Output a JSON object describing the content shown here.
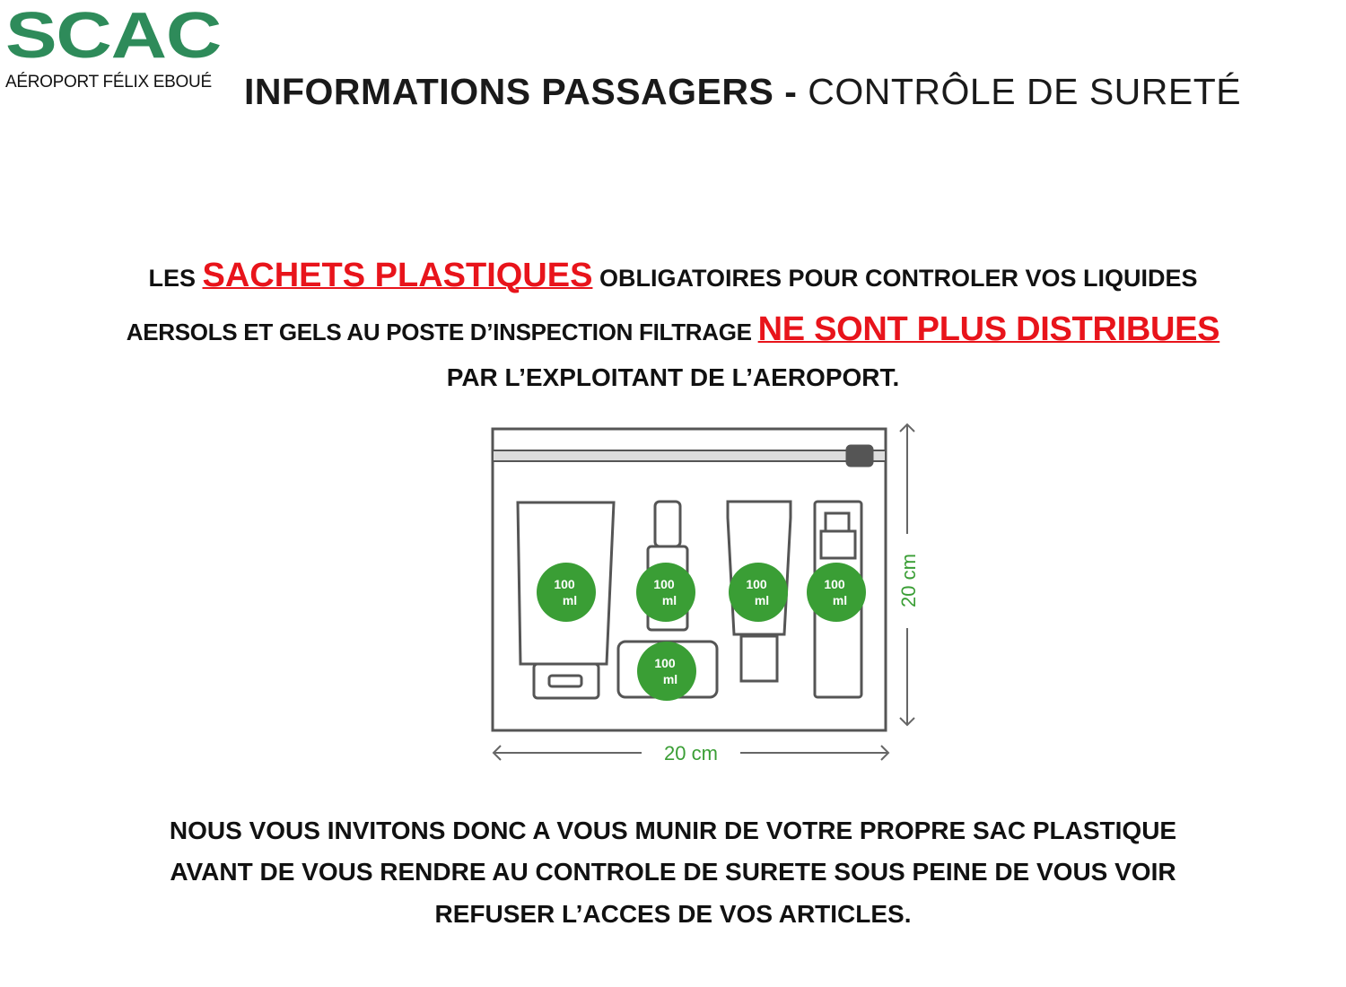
{
  "logo": {
    "mark": "SCAC",
    "subtitle": "AÉROPORT FÉLIX EBOUÉ"
  },
  "header": {
    "title_bold": "INFORMATIONS PASSAGERS - ",
    "title_light": "CONTRÔLE DE SURETÉ"
  },
  "notice": {
    "l1_a": "LES ",
    "l1_red": "SACHETS PLASTIQUES",
    "l1_b": " OBLIGATOIRES POUR CONTROLER  VOS LIQUIDES",
    "l2_a": "AERSOLS ET GELS AU POSTE D’INSPECTION FILTRAGE ",
    "l2_red": "NE SONT PLUS DISTRIBUES",
    "l3": "PAR L’EXPLOITANT DE L’AEROPORT."
  },
  "illustration": {
    "badge_value": "100",
    "badge_unit": "ml",
    "width_label": "20 cm",
    "height_label": "20 cm",
    "green": "#3a9e35"
  },
  "footer": {
    "p1": "NOUS VOUS INVITONS DONC A VOUS MUNIR DE VOTRE PROPRE SAC PLASTIQUE",
    "p2": "AVANT DE VOUS RENDRE AU CONTROLE DE SURETE SOUS PEINE DE VOUS VOIR",
    "p3": "REFUSER L’ACCES DE VOS ARTICLES."
  },
  "colors": {
    "brand_green": "#2e8b5a",
    "alert_red": "#e8141b"
  }
}
